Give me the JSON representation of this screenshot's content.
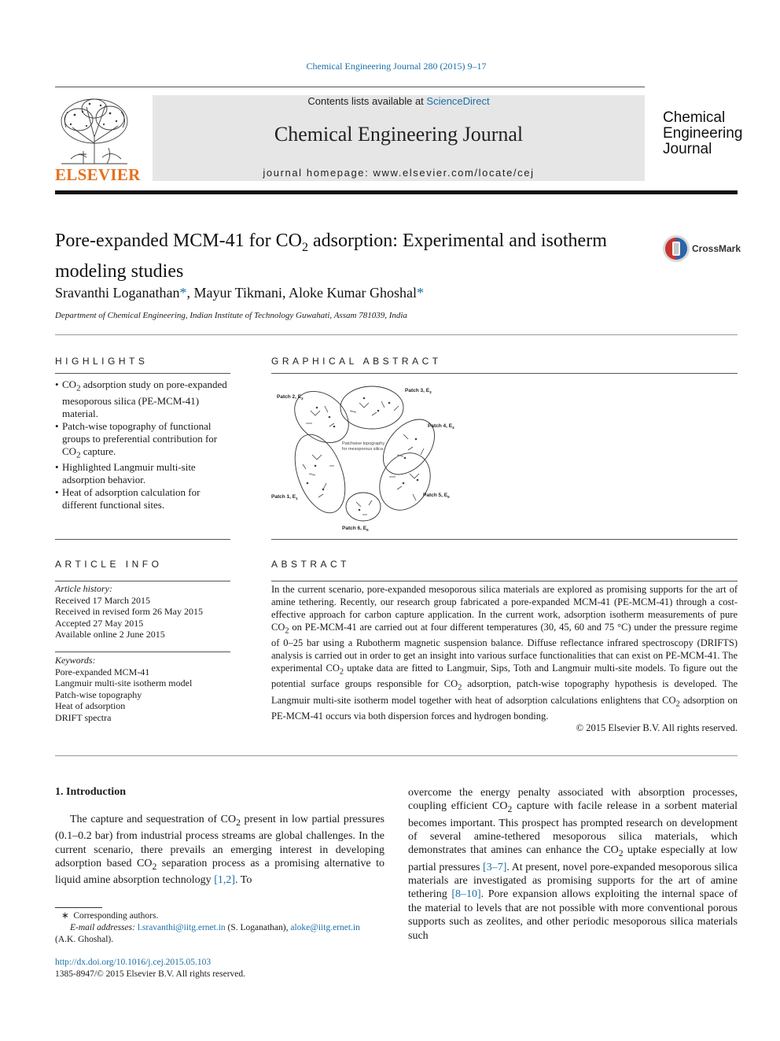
{
  "header": {
    "citation": "Chemical Engineering Journal 280 (2015) 9–17",
    "contents_prefix": "Contents lists available at ",
    "contents_link": "ScienceDirect",
    "journal_name": "Chemical Engineering Journal",
    "homepage": "journal homepage: www.elsevier.com/locate/cej",
    "publisher_logo_text": "ELSEVIER",
    "journal_logo_lines": [
      "Chemical",
      "Engineering",
      "Journal"
    ]
  },
  "article": {
    "title_line1_a": "Pore-expanded MCM-41 for CO",
    "title_line1_sub": "2",
    "title_line1_b": " adsorption: Experimental and isotherm",
    "title_line2": "modeling studies",
    "crossmark": "CrossMark",
    "author1": "Sravanthi Loganathan",
    "author_sep1": ", Mayur Tikmani, ",
    "author3": "Aloke Kumar Ghoshal",
    "star": "*",
    "affiliation": "Department of Chemical Engineering, Indian Institute of Technology Guwahati, Assam 781039, India"
  },
  "highlights": {
    "heading": "HIGHLIGHTS",
    "items": [
      {
        "a": "CO",
        "sub": "2",
        "b": " adsorption study on pore-expanded mesoporous silica (PE-MCM-41) material."
      },
      {
        "a": "Patch-wise topography of functional groups to preferential contribution for CO",
        "sub": "2",
        "b": " capture."
      },
      {
        "a": "Highlighted Langmuir multi-site adsorption behavior.",
        "sub": "",
        "b": ""
      },
      {
        "a": "Heat of adsorption calculation for different functional sites.",
        "sub": "",
        "b": ""
      }
    ]
  },
  "graphical_abstract": {
    "heading": "GRAPHICAL ABSTRACT",
    "center_label_1": "Patchwise topography",
    "center_label_2": "for mesoporous silica",
    "patches": [
      {
        "label": "Patch 1, E",
        "sub": "1"
      },
      {
        "label": "Patch 2, E",
        "sub": "2"
      },
      {
        "label": "Patch 3, E",
        "sub": "3"
      },
      {
        "label": "Patch 4, E",
        "sub": "4"
      },
      {
        "label": "Patch 5, E",
        "sub": "5"
      },
      {
        "label": "Patch 6, E",
        "sub": "6"
      }
    ]
  },
  "article_info": {
    "heading": "ARTICLE INFO",
    "history_label": "Article history:",
    "history": [
      "Received 17 March 2015",
      "Received in revised form 26 May 2015",
      "Accepted 27 May 2015",
      "Available online 2 June 2015"
    ],
    "keywords_label": "Keywords:",
    "keywords": [
      "Pore-expanded MCM-41",
      "Langmuir multi-site isotherm model",
      "Patch-wise topography",
      "Heat of adsorption",
      "DRIFT spectra"
    ]
  },
  "abstract": {
    "heading": "ABSTRACT",
    "p1": "In the current scenario, pore-expanded mesoporous silica materials are explored as promising supports for the art of amine tethering. Recently, our research group fabricated a pore-expanded MCM-41 (PE-MCM-41) through a cost-effective approach for carbon capture application. In the current work, adsorption isotherm measurements of pure CO",
    "p2": " on PE-MCM-41 are carried out at four different temperatures (30, 45, 60 and 75 °C) under the pressure regime of 0–25 bar using a Rubotherm magnetic suspension balance. Diffuse reflectance infrared spectroscopy (DRIFTS) analysis is carried out in order to get an insight into various surface functionalities that can exist on PE-MCM-41. The experimental CO",
    "p3": " uptake data are fitted to Langmuir, Sips, Toth and Langmuir multi-site models. To figure out the potential surface groups responsible for CO",
    "p4": " adsorption, patch-wise topography hypothesis is developed. The Langmuir multi-site isotherm model together with heat of adsorption calculations enlightens that CO",
    "p5": " adsorption on PE-MCM-41 occurs via both dispersion forces and hydrogen bonding.",
    "sub": "2",
    "copyright": "© 2015 Elsevier B.V. All rights reserved."
  },
  "intro": {
    "heading": "1. Introduction",
    "l1": "The capture and sequestration of CO",
    "l2": " present in low partial pressures (0.1–0.2 bar) from industrial process streams are global challenges. In the current scenario, there prevails an emerging interest in developing adsorption based CO",
    "l3": " separation process as a promising alternative to liquid amine absorption technology ",
    "ref1": "[1,2]",
    "l4": ". To",
    "r1": "overcome the energy penalty associated with absorption processes, coupling efficient CO",
    "r2": " capture with facile release in a sorbent material becomes important. This prospect has prompted research on development of several amine-tethered mesoporous silica materials, which demonstrates that amines can enhance the CO",
    "r3": " uptake especially at low partial pressures ",
    "ref2": "[3–7]",
    "r4": ". At present, novel pore-expanded mesoporous silica materials are investigated as promising supports for the art of amine tethering ",
    "ref3": "[8–10]",
    "r5": ". Pore expansion allows exploiting the internal space of the material to levels that are not possible with more conventional porous supports such as zeolites, and other periodic mesoporous silica materials such",
    "sub": "2"
  },
  "footnotes": {
    "corresponding": "Corresponding authors.",
    "email_label": "E-mail addresses: ",
    "email1": "l.sravanthi@iitg.ernet.in",
    "email1_name": " (S. Loganathan), ",
    "email2": "aloke@iitg.ernet.in",
    "email2_name": "(A.K. Ghoshal).",
    "doi": "http://dx.doi.org/10.1016/j.cej.2015.05.103",
    "issn": "1385-8947/© 2015 Elsevier B.V. All rights reserved."
  },
  "colors": {
    "link": "#1b6fa8",
    "elsevier_orange": "#e4701e",
    "banner_gray": "#e6e6e6"
  }
}
